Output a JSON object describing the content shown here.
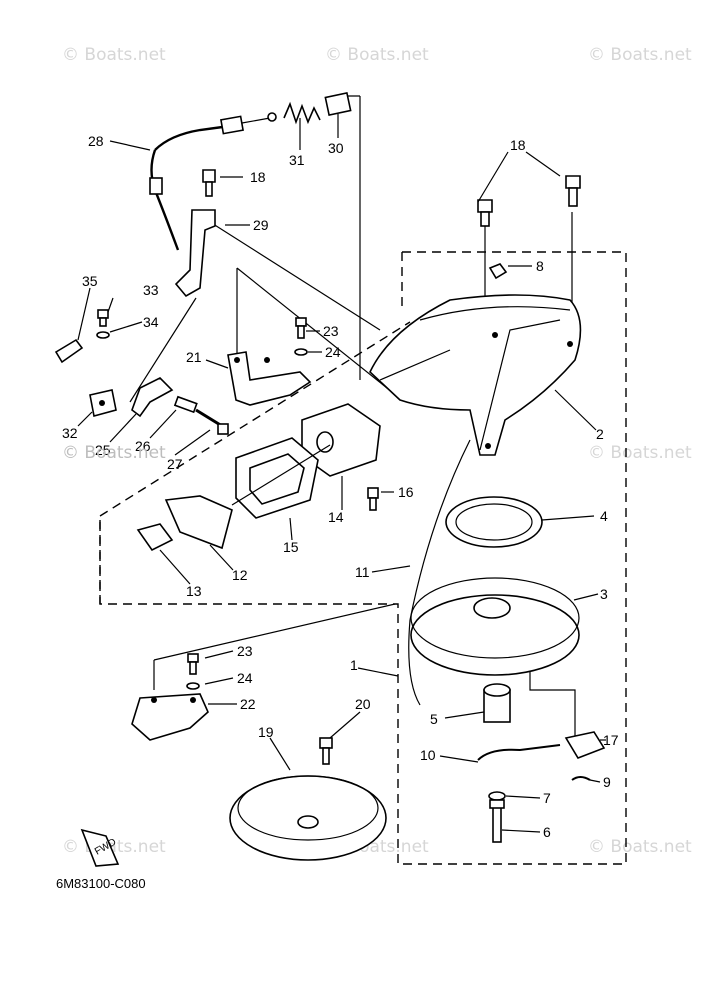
{
  "diagram": {
    "code": "6M83100-C080",
    "fwd_label": "FWD",
    "watermark": "© Boats.net",
    "watermark_mid": "© Boats.net",
    "callouts": {
      "c1": "1",
      "c2": "2",
      "c3": "3",
      "c4": "4",
      "c5": "5",
      "c6": "6",
      "c7": "7",
      "c8": "8",
      "c9": "9",
      "c10": "10",
      "c11": "11",
      "c12": "12",
      "c13": "13",
      "c14": "14",
      "c15": "15",
      "c16": "16",
      "c17": "17",
      "c18a": "18",
      "c18b": "18",
      "c19": "19",
      "c20": "20",
      "c21": "21",
      "c22": "22",
      "c23a": "23",
      "c23b": "23",
      "c24a": "24",
      "c24b": "24",
      "c25": "25",
      "c26": "26",
      "c27": "27",
      "c28": "28",
      "c29": "29",
      "c30": "30",
      "c31": "31",
      "c32": "32",
      "c33": "33",
      "c34": "34",
      "c35": "35"
    }
  }
}
